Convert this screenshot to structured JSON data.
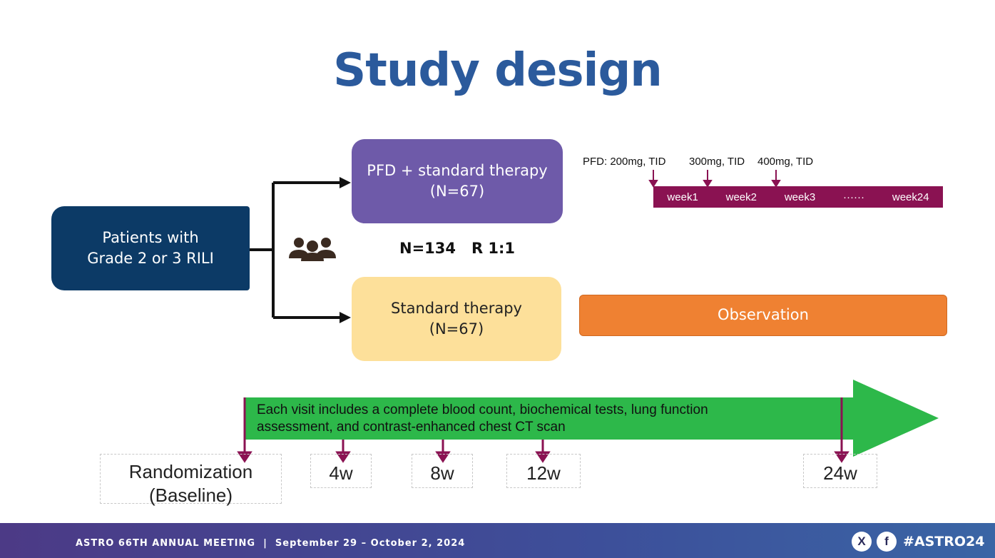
{
  "slide": {
    "title": "Study design"
  },
  "population": {
    "line1": "Patients with",
    "line2": "Grade 2 or 3 RILI"
  },
  "randomization": {
    "label": "N=134   R 1:1"
  },
  "arms": {
    "pfd": {
      "line1": "PFD + standard therapy",
      "line2": "(N=67)"
    },
    "standard": {
      "line1": "Standard therapy",
      "line2": "(N=67)"
    }
  },
  "dosing": {
    "dose1": "PFD: 200mg, TID",
    "dose2": "300mg, TID",
    "dose3": "400mg, TID",
    "weeks": [
      "week1",
      "week2",
      "week3",
      "······",
      "week24"
    ]
  },
  "observation": {
    "label": "Observation"
  },
  "timeline": {
    "visit_text_line1": "Each visit includes a complete blood count, biochemical tests, lung function",
    "visit_text_line2": "assessment, and contrast-enhanced chest CT scan",
    "randomization_line1": "Randomization",
    "randomization_line2": "(Baseline)",
    "points": [
      "4w",
      "8w",
      "12w",
      "24w"
    ]
  },
  "footer": {
    "meeting": "ASTRO 66TH ANNUAL MEETING  |  September 29 – October 2, 2024",
    "hashtag": "#ASTRO24",
    "x_label": "X",
    "f_label": "f"
  },
  "colors": {
    "title": "#2b5a9c",
    "patients_box": "#0c3a66",
    "pfd_box": "#6e5aa9",
    "standard_box": "#fde09a",
    "observation_box": "#ef8132",
    "week_bar": "#8a1252",
    "timeline_arrow": "#2db84a",
    "marker": "#8a1252"
  }
}
